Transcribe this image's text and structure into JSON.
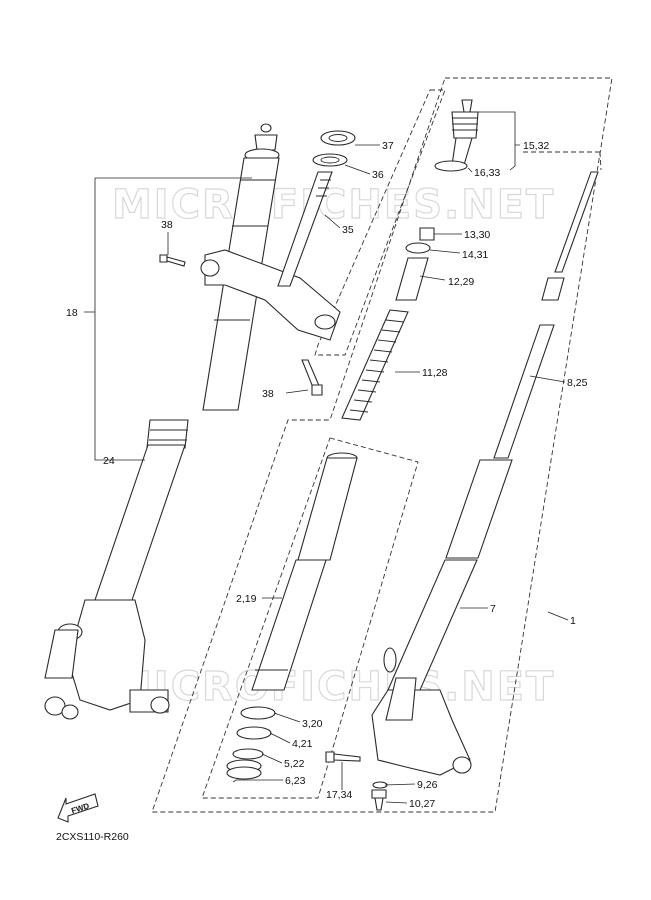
{
  "watermark": "MICROFICHES.NET",
  "diagram_code": "2CXS110-R260",
  "fwd_label": "FWD",
  "callouts": {
    "c1": "1",
    "c2_19": "2,19",
    "c3_20": "3,20",
    "c4_21": "4,21",
    "c5_22": "5,22",
    "c6_23": "6,23",
    "c7": "7",
    "c8_25": "8,25",
    "c9_26": "9,26",
    "c10_27": "10,27",
    "c11_28": "11,28",
    "c12_29": "12,29",
    "c13_30": "13,30",
    "c14_31": "14,31",
    "c15_32": "15,32",
    "c16_33": "16,33",
    "c17_34": "17,34",
    "c18": "18",
    "c24": "24",
    "c35": "35",
    "c36": "36",
    "c37": "37",
    "c38a": "38",
    "c38b": "38"
  },
  "colors": {
    "line": "#2a2a2a",
    "watermark": "#d8d8d8",
    "background": "#ffffff"
  }
}
